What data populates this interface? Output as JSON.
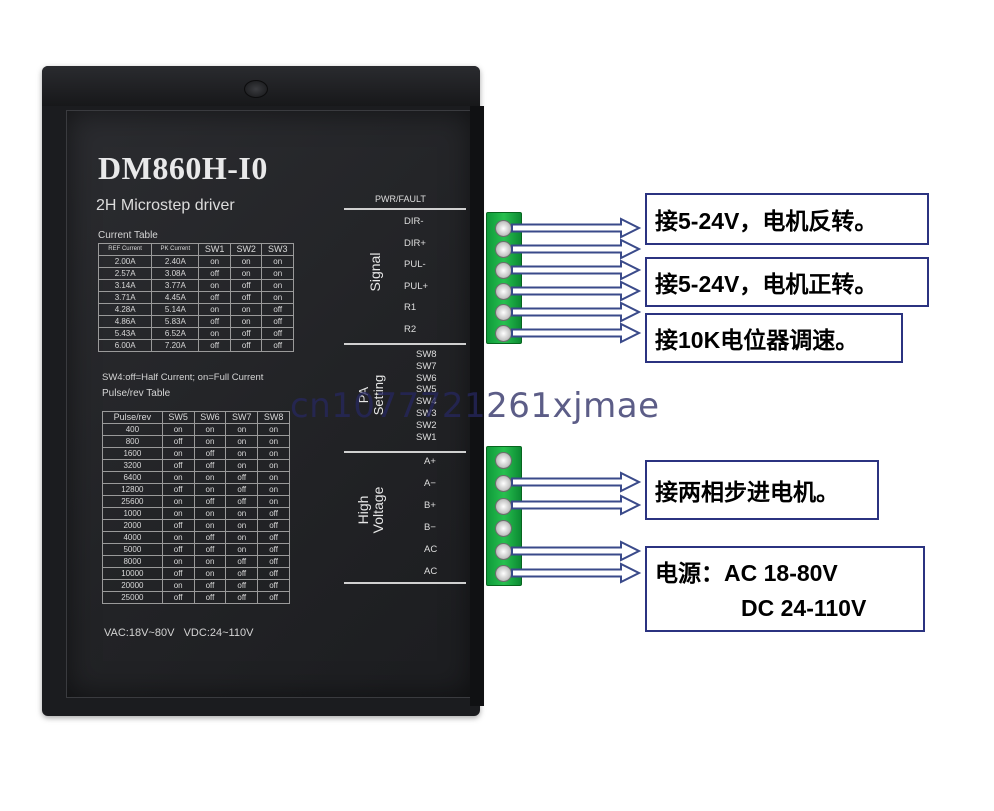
{
  "device": {
    "model": "DM860H-I0",
    "subtitle": "2H Microstep driver",
    "current_table": {
      "title": "Current Table",
      "headers": [
        "REF Current",
        "PK Current",
        "SW1",
        "SW2",
        "SW3"
      ],
      "rows": [
        [
          "2.00A",
          "2.40A",
          "on",
          "on",
          "on"
        ],
        [
          "2.57A",
          "3.08A",
          "off",
          "on",
          "on"
        ],
        [
          "3.14A",
          "3.77A",
          "on",
          "off",
          "on"
        ],
        [
          "3.71A",
          "4.45A",
          "off",
          "off",
          "on"
        ],
        [
          "4.28A",
          "5.14A",
          "on",
          "on",
          "off"
        ],
        [
          "4.86A",
          "5.83A",
          "off",
          "on",
          "off"
        ],
        [
          "5.43A",
          "6.52A",
          "on",
          "off",
          "off"
        ],
        [
          "6.00A",
          "7.20A",
          "off",
          "off",
          "off"
        ]
      ]
    },
    "sw4_note": "SW4:off=Half Current; on=Full Current",
    "pulse_table": {
      "title": "Pulse/rev Table",
      "headers": [
        "Pulse/rev",
        "SW5",
        "SW6",
        "SW7",
        "SW8"
      ],
      "rows": [
        [
          "400",
          "on",
          "on",
          "on",
          "on"
        ],
        [
          "800",
          "off",
          "on",
          "on",
          "on"
        ],
        [
          "1600",
          "on",
          "off",
          "on",
          "on"
        ],
        [
          "3200",
          "off",
          "off",
          "on",
          "on"
        ],
        [
          "6400",
          "on",
          "on",
          "off",
          "on"
        ],
        [
          "12800",
          "off",
          "on",
          "off",
          "on"
        ],
        [
          "25600",
          "on",
          "off",
          "off",
          "on"
        ],
        [
          "1000",
          "on",
          "on",
          "on",
          "off"
        ],
        [
          "2000",
          "off",
          "on",
          "on",
          "off"
        ],
        [
          "4000",
          "on",
          "off",
          "on",
          "off"
        ],
        [
          "5000",
          "off",
          "off",
          "on",
          "off"
        ],
        [
          "8000",
          "on",
          "on",
          "off",
          "off"
        ],
        [
          "10000",
          "off",
          "on",
          "off",
          "off"
        ],
        [
          "20000",
          "on",
          "off",
          "off",
          "off"
        ],
        [
          "25000",
          "off",
          "off",
          "off",
          "off"
        ]
      ]
    },
    "voltage_note": "VAC:18V~80V   VDC:24~110V",
    "pwr_fault": "PWR/FAULT",
    "signal_section": {
      "label": "Signal",
      "pins": [
        "DIR-",
        "DIR+",
        "PUL-",
        "PUL+",
        "R1",
        "R2"
      ]
    },
    "pa_section": {
      "label_line1": "PA",
      "label_line2": "Setting",
      "switches": [
        "SW8",
        "SW7",
        "SW6",
        "SW5",
        "SW4",
        "SW3",
        "SW2",
        "SW1"
      ]
    },
    "hv_section": {
      "label_line1": "High",
      "label_line2": "Voltage",
      "pins": [
        "A+",
        "A−",
        "B+",
        "B−",
        "AC",
        "AC"
      ]
    }
  },
  "callouts": {
    "dir": "接5-24V，电机反转。",
    "pul": "接5-24V，电机正转。",
    "pot": "接10K电位器调速。",
    "motor": "接两相步进电机。",
    "power_line1": "电源：AC 18-80V",
    "power_line2": "DC 24-110V"
  },
  "watermark": "cn1077721261xjmae",
  "colors": {
    "callout_border": "#2b3380",
    "arrow": "#3a4a8a",
    "terminal_green": "#1fae45",
    "device_body": "#222326"
  }
}
